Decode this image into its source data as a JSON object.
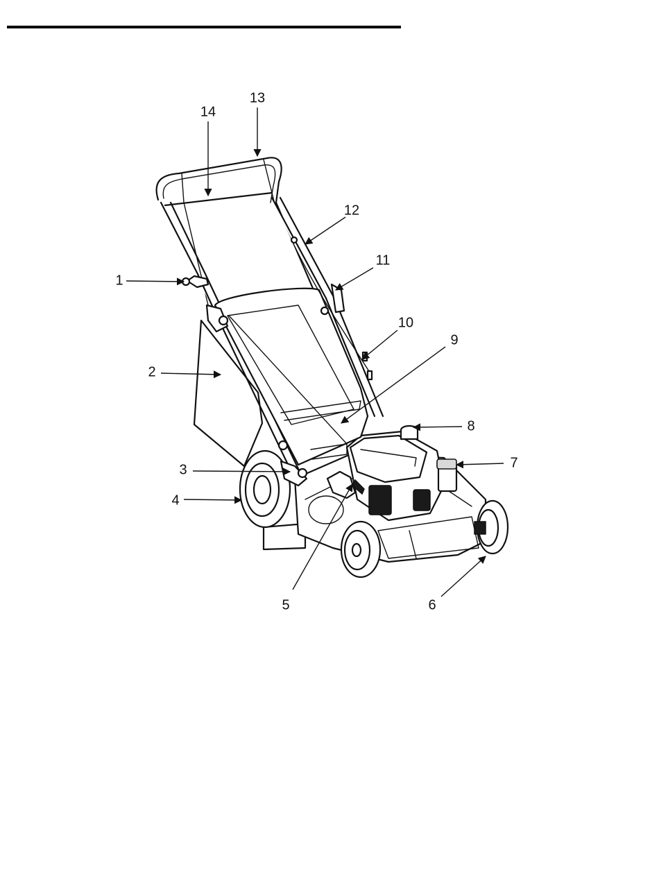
{
  "header": {
    "rule_color": "#000000"
  },
  "diagram": {
    "subject": "lawn-mower",
    "callouts": [
      {
        "id": "c1",
        "label": "1"
      },
      {
        "id": "c2",
        "label": "2"
      },
      {
        "id": "c3",
        "label": "3"
      },
      {
        "id": "c4",
        "label": "4"
      },
      {
        "id": "c5",
        "label": "5"
      },
      {
        "id": "c6",
        "label": "6"
      },
      {
        "id": "c7",
        "label": "7"
      },
      {
        "id": "c8",
        "label": "8"
      },
      {
        "id": "c9",
        "label": "9"
      },
      {
        "id": "c10",
        "label": "10"
      },
      {
        "id": "c11",
        "label": "11"
      },
      {
        "id": "c12",
        "label": "12"
      },
      {
        "id": "c13",
        "label": "13"
      },
      {
        "id": "c14",
        "label": "14"
      }
    ]
  }
}
